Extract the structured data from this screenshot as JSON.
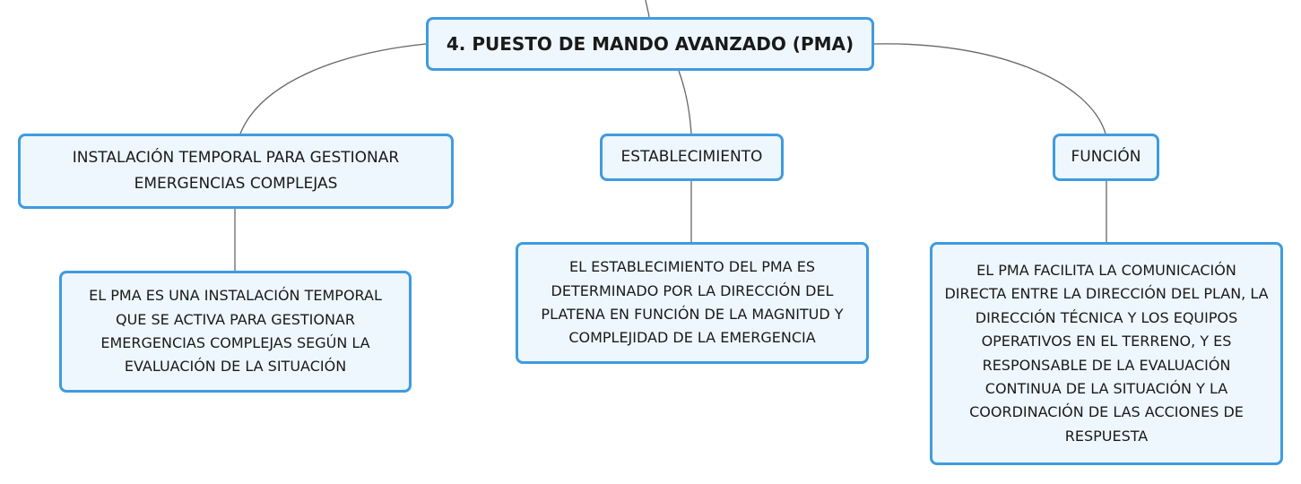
{
  "root": {
    "label": "4. PUESTO DE MANDO AVANZADO (PMA)"
  },
  "branches": [
    {
      "topic": "INSTALACIÓN TEMPORAL PARA GESTIONAR\nEMERGENCIAS COMPLEJAS",
      "detail": "EL PMA ES UNA INSTALACIÓN TEMPORAL\nQUE SE ACTIVA PARA GESTIONAR\nEMERGENCIAS COMPLEJAS SEGÚN LA\nEVALUACIÓN DE LA SITUACIÓN"
    },
    {
      "topic": "ESTABLECIMIENTO",
      "detail": "EL ESTABLECIMIENTO DEL PMA ES\nDETERMINADO POR LA DIRECCIÓN DEL\nPLATENA EN FUNCIÓN DE LA MAGNITUD Y\nCOMPLEJIDAD DE LA EMERGENCIA"
    },
    {
      "topic": "FUNCIÓN",
      "detail": "EL PMA FACILITA LA COMUNICACIÓN\nDIRECTA ENTRE LA DIRECCIÓN DEL PLAN, LA\nDIRECCIÓN TÉCNICA Y LOS EQUIPOS\nOPERATIVOS EN EL TERRENO, Y ES\nRESPONSABLE DE LA EVALUACIÓN\nCONTINUA DE LA SITUACIÓN Y LA\nCOORDINACIÓN DE LAS ACCIONES DE\nRESPUESTA"
    }
  ],
  "colors": {
    "node_border": "#3f9be0",
    "node_fill": "#eef7fd",
    "connector": "#666666",
    "text": "#1a1a1a"
  }
}
